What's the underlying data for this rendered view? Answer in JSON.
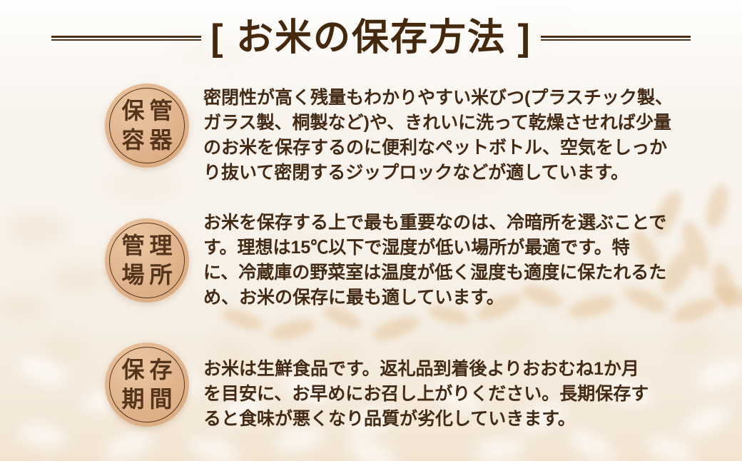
{
  "header": {
    "title": "[ お米の保存方法 ]"
  },
  "sections": [
    {
      "id": "storage-container",
      "badge_label": "保管\n容器",
      "text": "密閉性が高く残量もわかりやすい米びつ(プラスチック製、\nガラス製、桐製など)や、きれいに洗って乾燥させれば少量\nのお米を保存するのに便利なペットボトル、空気をしっか\nり抜いて密閉するジップロックなどが適しています。"
    },
    {
      "id": "storage-place",
      "badge_label": "管理\n場所",
      "text": "お米を保存する上で最も重要なのは、冷暗所を選ぶことで\nす。理想は15℃以下で湿度が低い場所が最適です。特\nに、冷蔵庫の野菜室は温度が低く湿度も適度に保たれるた\nめ、お米の保存に最も適しています。"
    },
    {
      "id": "storage-period",
      "badge_label": "保存\n期間",
      "text": "お米は生鮮食品です。返礼品到着後よりおおむね1か月\nを目安に、お早めにお召し上がりください。長期保存す\nると食味が悪くなり品質が劣化していきます。"
    }
  ],
  "colors": {
    "ink": "#432b16",
    "title_ink": "#44290f",
    "rule_brown": "#4c3118",
    "badge_fill": "#e0b38c",
    "badge_ring": "#54351b",
    "background": "#f8f3ec"
  }
}
